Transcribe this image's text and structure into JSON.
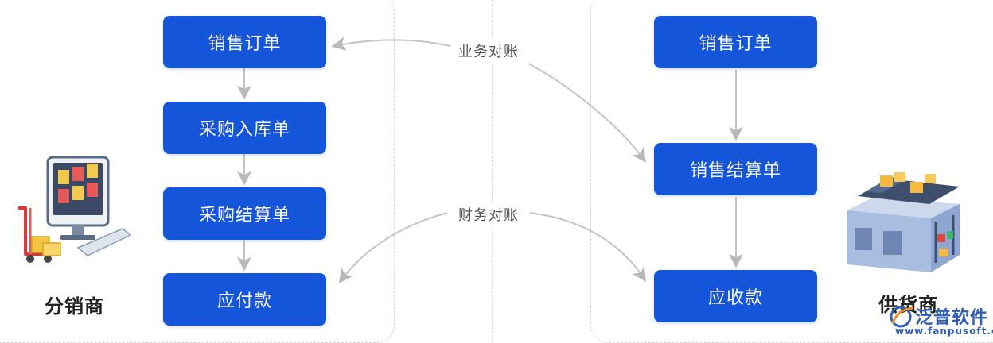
{
  "left_side": {
    "title": "分销商",
    "boxes": [
      "销售订单",
      "采购入库单",
      "采购结算单",
      "应付款"
    ]
  },
  "right_side": {
    "title": "供货商",
    "boxes": [
      "销售订单",
      "销售结算单",
      "应收款"
    ]
  },
  "middle": {
    "business_reconcile": "业务对账",
    "finance_reconcile": "财务对账"
  },
  "watermark": {
    "brand": "泛普软件",
    "url": "www.fanpusoft.com"
  },
  "colors": {
    "box_fill": "#1455d9",
    "arrow": "#bdbdbd",
    "dashed_border": "#d6d6d6"
  },
  "icons": {
    "left": "computer-with-cart-icon",
    "right": "warehouse-icon",
    "watermark": "fanpu-logo-icon"
  }
}
